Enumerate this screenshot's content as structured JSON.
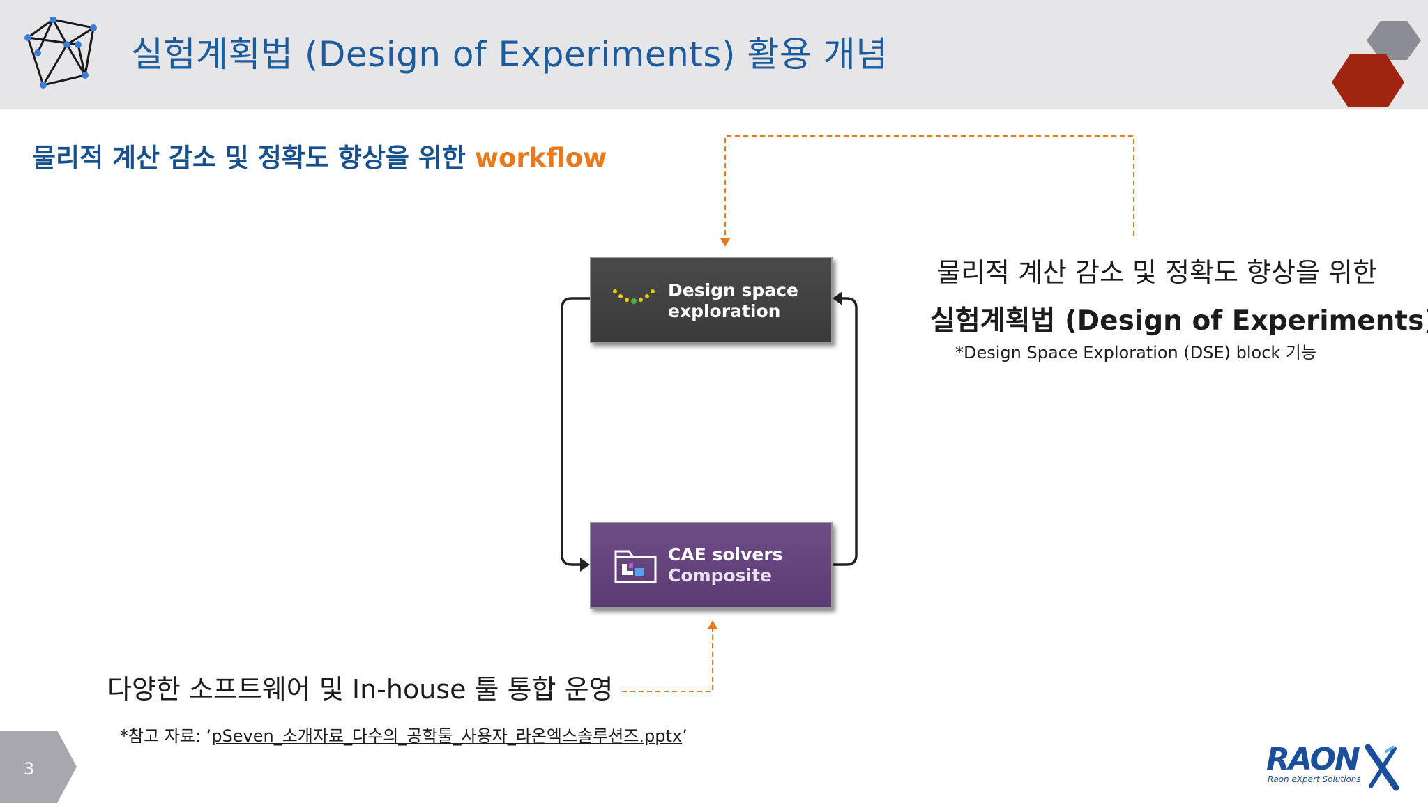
{
  "header": {
    "title": "실험계획법 (Design of Experiments) 활용 개념",
    "logo_icon": "network-graph-icon"
  },
  "subtitle": {
    "main": "물리적 계산 감소 및 정확도 향상을 위한",
    "accent": "workflow",
    "accent_color": "#e87a1e"
  },
  "blocks": {
    "dse": {
      "line1": "Design space",
      "line2": "exploration",
      "icon": "dse-dots-icon"
    },
    "cae": {
      "line1": "CAE solvers",
      "line2": "Composite",
      "icon": "composite-folder-icon"
    }
  },
  "right_callout": {
    "line1": "물리적 계산 감소 및 정확도 향상을 위한",
    "line2": "실험계획법 (Design of Experiments)",
    "note": "*Design Space Exploration (DSE) block 기능"
  },
  "bottom_callout": {
    "text": "다양한 소프트웨어 및 In-house 툴 통합 운영"
  },
  "reference": {
    "prefix": "*참고 자료: ‘",
    "file": "pSeven_소개자료_다수의_공학툴_사용자_라온엑스솔루션즈.pptx",
    "suffix": "’"
  },
  "footer": {
    "page_number": "3",
    "brand": "RAON",
    "tagline": "Raon eXpert Solutions"
  },
  "colors": {
    "title_blue": "#1d5c9c",
    "dashed_orange": "#e87a1e",
    "hex_red": "#a0250e",
    "hex_gray": "#8c8c94"
  }
}
